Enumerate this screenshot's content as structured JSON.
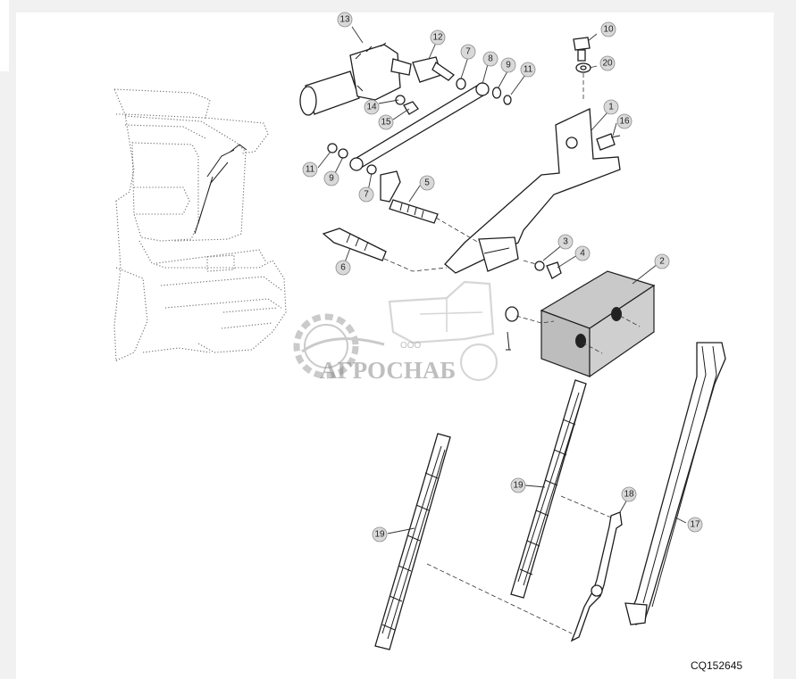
{
  "diagram": {
    "reference_code": "CQ152645",
    "watermark": {
      "company_form": "ООО",
      "company_name": "АГРОСНАБ"
    },
    "callouts": [
      "1",
      "2",
      "3",
      "4",
      "5",
      "6",
      "7",
      "7",
      "8",
      "9",
      "9",
      "10",
      "11",
      "11",
      "12",
      "13",
      "14",
      "15",
      "16",
      "17",
      "18",
      "19",
      "19",
      "20"
    ]
  }
}
